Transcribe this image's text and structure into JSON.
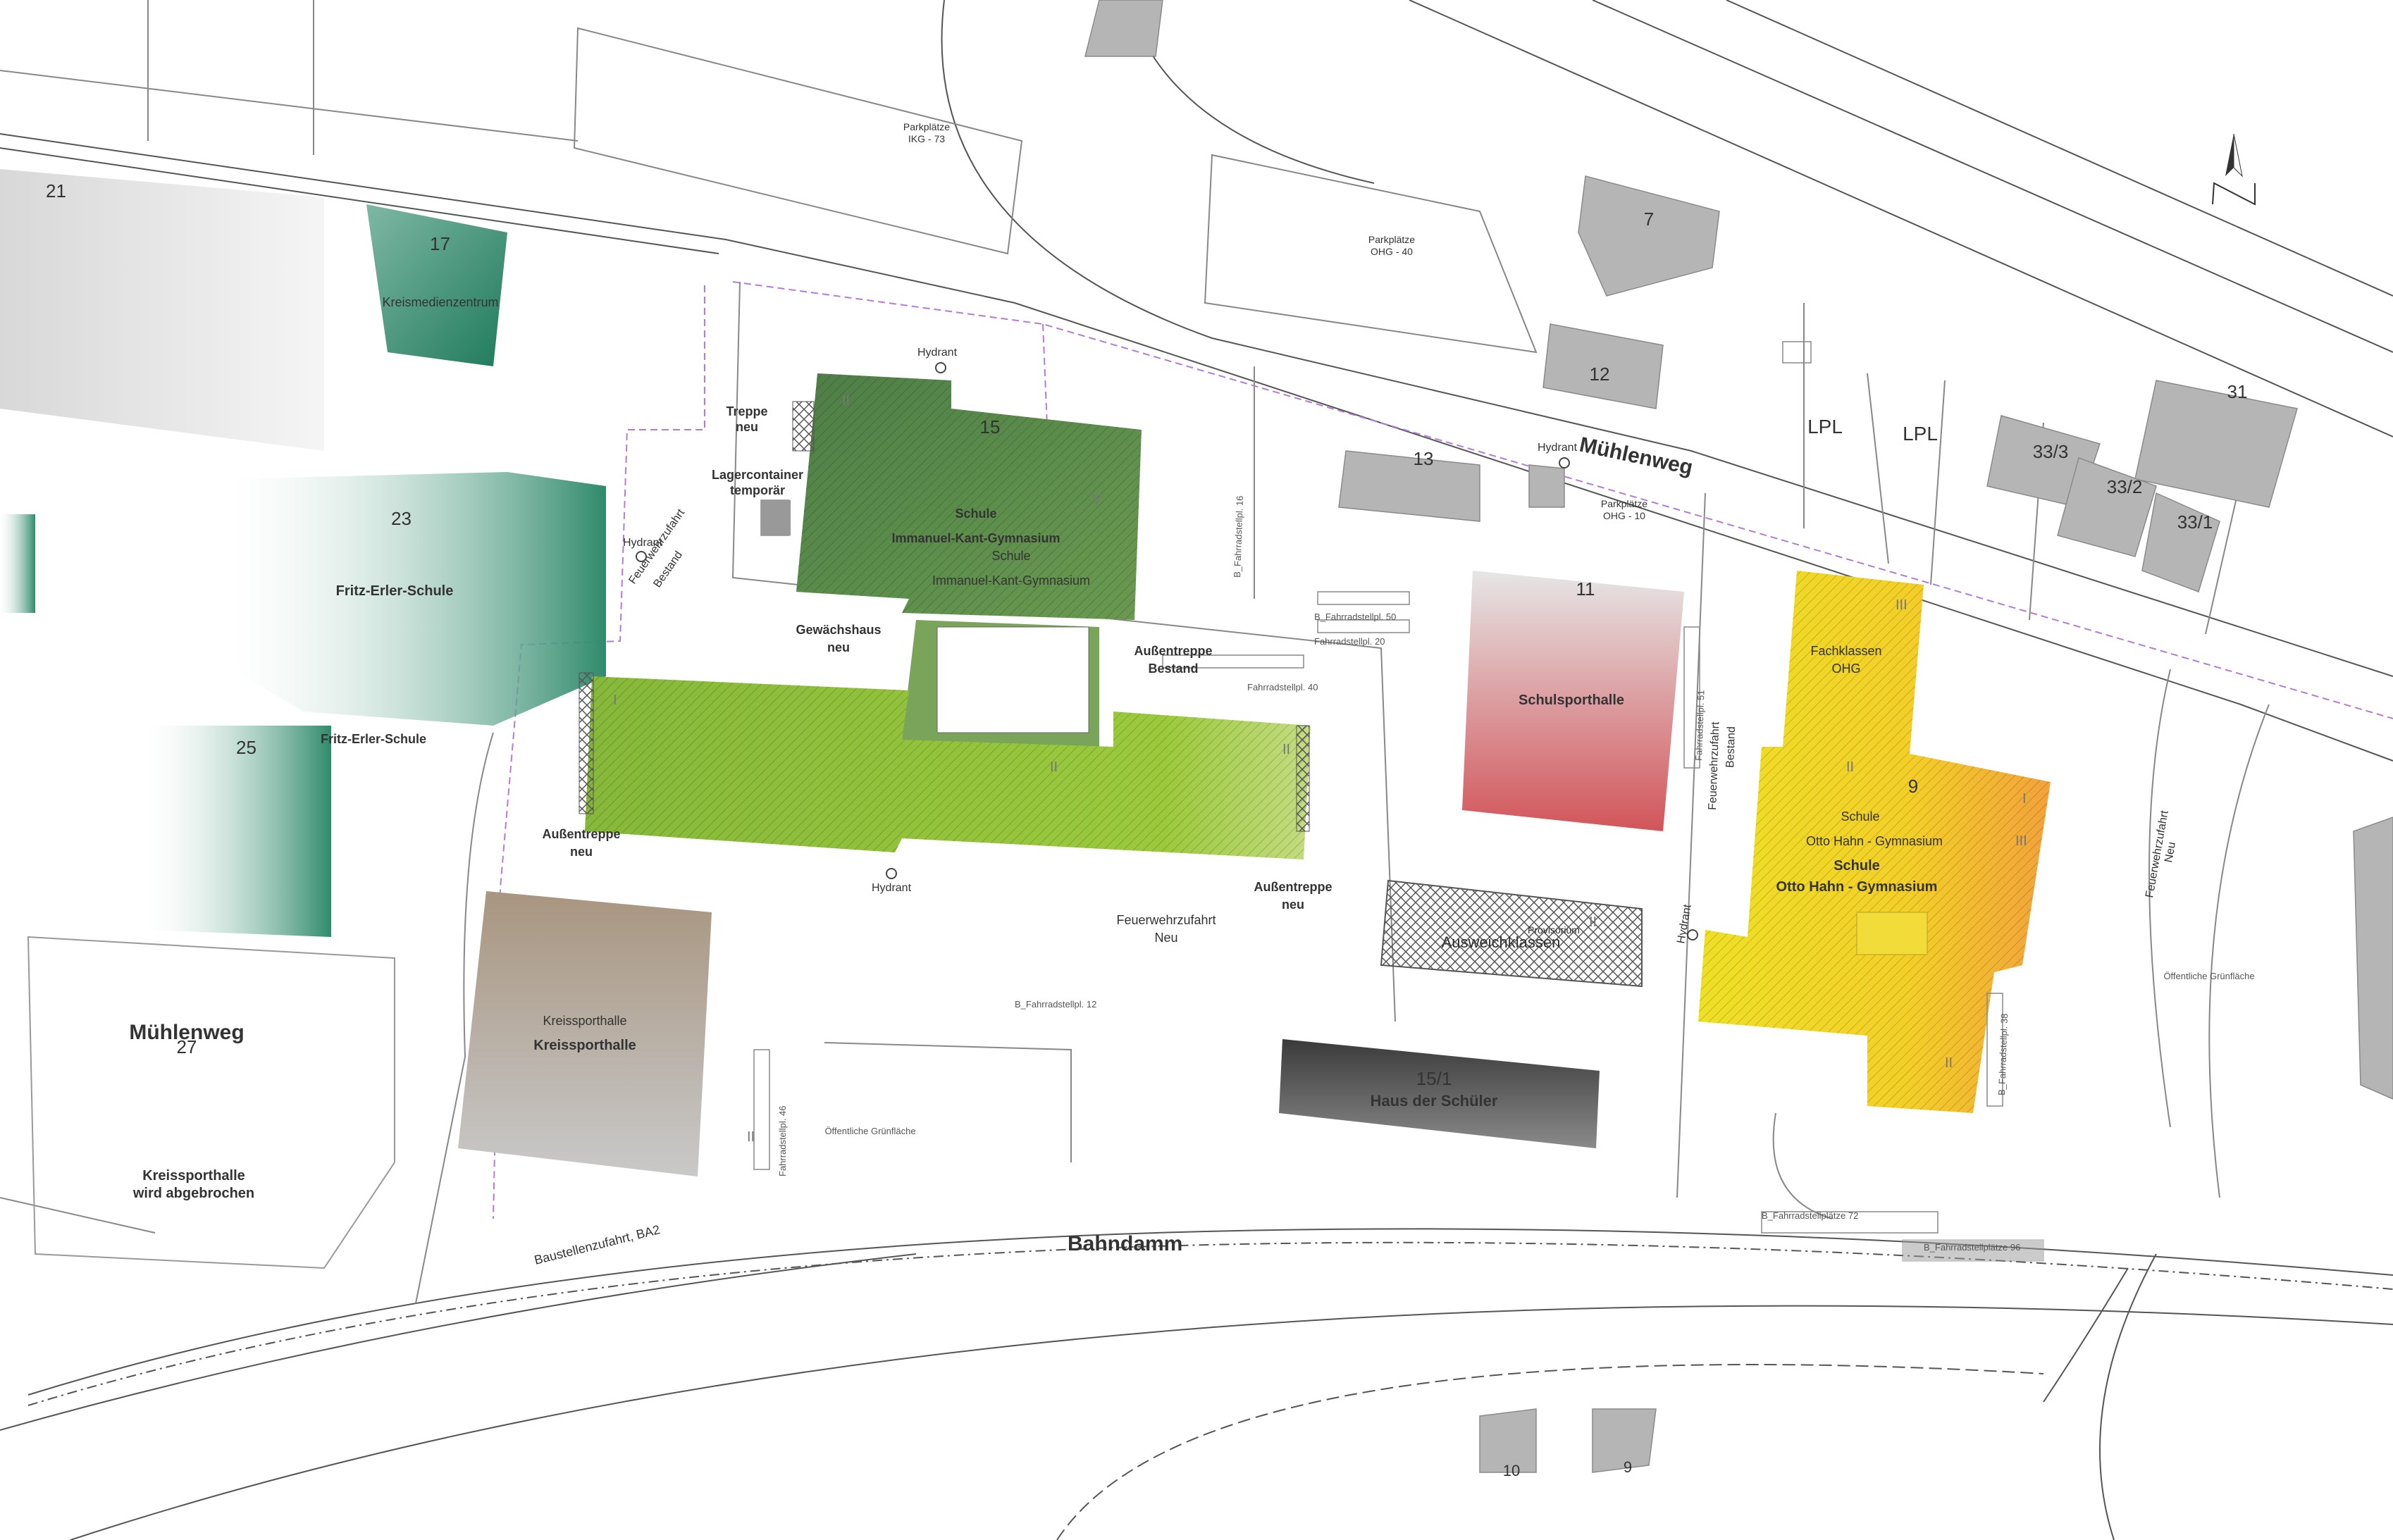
{
  "north_arrow": {
    "icon": "north-arrow-icon"
  },
  "streets": {
    "muehlenweg": "Mühlenweg",
    "bahndamm": "Bahndamm",
    "baustellenzufahrt": "Baustellenzufahrt, BA2"
  },
  "parking": {
    "ikg": [
      "Parkplätze",
      "IKG - 73"
    ],
    "ohg40": [
      "Parkplätze",
      "OHG - 40"
    ],
    "ohg10": [
      "Parkplätze",
      "OHG - 10"
    ]
  },
  "plot_numbers": {
    "n21": "21",
    "n17": "17",
    "n23": "23",
    "n25": "25",
    "n27": "27",
    "n15": "15",
    "n13": "13",
    "n12": "12",
    "n11": "11",
    "n9": "9",
    "n151": "15/1",
    "n31": "31",
    "n333": "33/3",
    "n332": "33/2",
    "n331": "33/1",
    "n7": "7",
    "n10": "10",
    "n9b": "9"
  },
  "buildings": {
    "fritz_erler": "Fritz-Erler-Schule",
    "fritz_erler_lbl": "Fritz-Erler-Schule",
    "kreismedien": "Kreismedienzentrum",
    "ikg": [
      "Schule",
      "Immanuel-Kant-Gymnasium"
    ],
    "ikg_ghost": [
      "Schule",
      "Immanuel-Kant-Gymnasium"
    ],
    "schulsporthalle": "Schulsporthalle",
    "ohg": [
      "Schule",
      "Otto Hahn - Gymnasium"
    ],
    "ohg_ghost": [
      "Schule",
      "Otto Hahn - Gymnasium"
    ],
    "fachklassen": [
      "Fachklassen",
      "OHG"
    ],
    "kreissporthalle": "Kreissporthalle",
    "kreissporthalle_ghost": "Kreissporthalle",
    "haus_der_schueler": "Haus der Schüler",
    "ausweichklassen": "Ausweichklassen",
    "provisorium": "Provisorium",
    "lpl1": "LPL",
    "lpl2": "LPL",
    "muehlenweg_27": "Mühlenweg",
    "kreissporthalle_abgebrochen": [
      "Kreissporthalle",
      "wird abgebrochen"
    ]
  },
  "annotations": {
    "hydrant_top": "Hydrant",
    "hydrant_left": "Hydrant",
    "hydrant_mid": "Hydrant",
    "hydrant_right_top": "Hydrant",
    "hydrant_right": "Hydrant",
    "treppe_neu": [
      "Treppe",
      "neu"
    ],
    "lagercontainer": [
      "Lagercontainer",
      "temporär"
    ],
    "gewaechshaus": [
      "Gewächshaus",
      "neu"
    ],
    "aussentreppe_bestand": [
      "Außentreppe",
      "Bestand"
    ],
    "aussentreppe_neu_left": [
      "Außentreppe",
      "neu"
    ],
    "aussentreppe_neu_right": [
      "Außentreppe",
      "neu"
    ],
    "feuerwehr_bestand": [
      "Feuerwehrzufahrt",
      "Bestand"
    ],
    "feuerwehr_neu_mid": [
      "Feuerwehrzufahrt",
      "Neu"
    ],
    "feuerwehr_bestand_right": [
      "Feuerwehrzufahrt",
      "Bestand"
    ],
    "feuerwehr_neu_right": [
      "Feuerwehrzufahrt",
      "Neu"
    ],
    "gruenflaeche_mid": "Öffentliche Grünfläche",
    "gruenflaeche_right": "Öffentliche Grünfläche"
  },
  "bike_parking": {
    "b16": "B_Fahrradstellpl. 16",
    "b50": "B_Fahrradstellpl. 50",
    "f20": "Fahrradstellpl. 20",
    "f40": "Fahrradstellpl. 40",
    "b12": "B_Fahrradstellpl. 12",
    "f46": "Fahrradstellpl. 46",
    "f51": "Fahrradstellpl. 51",
    "b38": "B_Fahrradstellpl. 38",
    "f72": "B_Fahrradstellplätze 72",
    "b96": "B_Fahrradstellplätze 96"
  },
  "floor_marks": {
    "ii_a": "II",
    "v": "V",
    "ii_b": "II",
    "ii_c": "II",
    "ii_d": "II",
    "i_a": "I",
    "ii_e": "II",
    "iii_a": "III",
    "iii_b": "III",
    "i_b": "I",
    "ii_f": "II",
    "ii_g": "II"
  },
  "colors": {
    "green_dark": "#4f8f4f",
    "green_light": "#9bc43a",
    "teal": "#2f8a6b",
    "red": "#d45a5a",
    "yellow": "#f3e01c",
    "orange": "#f2a23a",
    "brown": "#a89a8a",
    "dark_grey": "#4a4a4a",
    "grey_building": "#b8b8b8"
  }
}
